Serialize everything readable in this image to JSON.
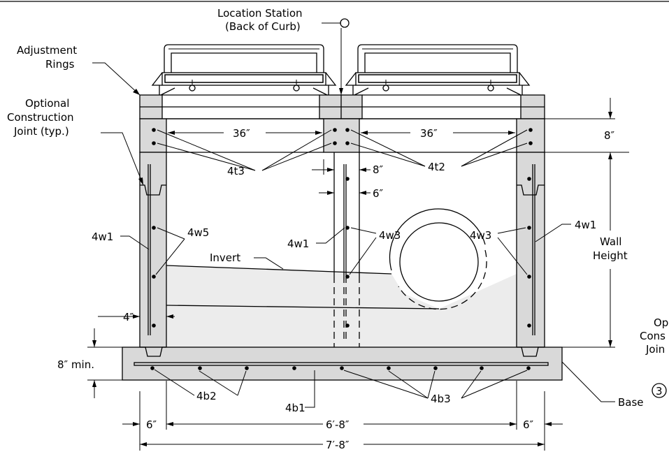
{
  "labels": {
    "location_station": "Location Station",
    "back_of_curb": "(Back of Curb)",
    "adjustment_1": "Adjustment",
    "adjustment_2": "Rings",
    "optional_1": "Optional",
    "optional_2": "Construction",
    "optional_3": "Joint (typ.)",
    "dim_36_left": "36″",
    "dim_36_right": "36″",
    "dim_8_top": "8″",
    "t3": "4t3",
    "t2": "4t2",
    "dim_8_wall": "8″",
    "dim_6_wall": "6″",
    "w1_left": "4w1",
    "w5": "4w5",
    "w1_mid": "4w1",
    "w3_mid": "4w3",
    "w3_right": "4w3",
    "w1_right": "4w1",
    "wall_height_1": "Wall",
    "wall_height_2": "Height",
    "invert": "Invert",
    "dim_4": "4″",
    "dim_8_min": "8″ min.",
    "b2": "4b2",
    "b1": "4b1",
    "b3": "4b3",
    "base": "Base",
    "base_note": "3",
    "cut_1": "Op",
    "cut_2": "Cons",
    "cut_3": "Join",
    "dim_6_left": "6″",
    "dim_6_8": "6′-8″",
    "dim_6_right": "6″",
    "dim_7_8": "7′-8″"
  }
}
